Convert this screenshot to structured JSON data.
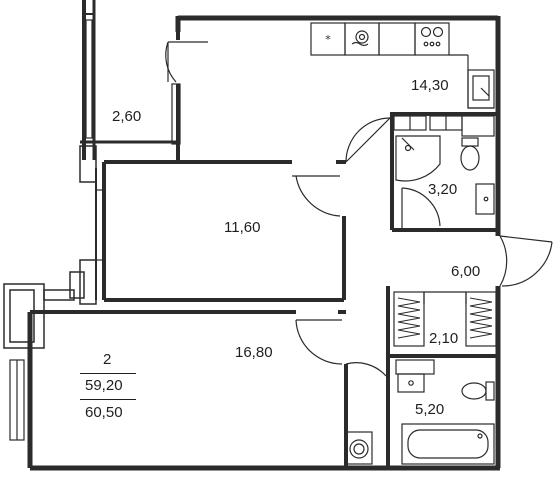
{
  "rooms": {
    "loggia": "2,60",
    "kitchen": "14,30",
    "bathroom_1": "3,20",
    "bedroom": "11,60",
    "hall": "6,00",
    "wardrobe": "2,10",
    "living_room": "16,80",
    "bathroom_2": "5,20"
  },
  "summary": {
    "rooms_count": "2",
    "living_area": "59,20",
    "total_area": "60,50"
  },
  "icons": [
    "fridge-icon",
    "sink-icon",
    "stove-icon",
    "kitchen-sink-icon",
    "shower-icon",
    "toilet-icon",
    "washbasin-icon",
    "bathtub-icon",
    "washing-machine-icon",
    "radiator-icon",
    "door-icon",
    "window-icon"
  ]
}
